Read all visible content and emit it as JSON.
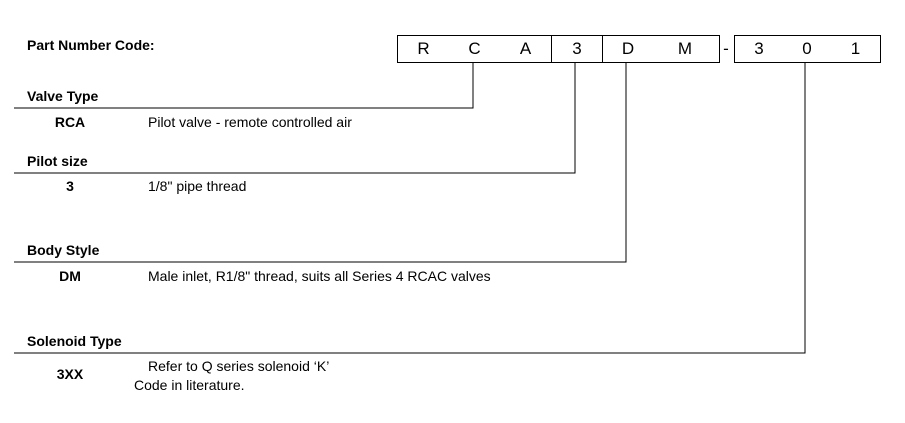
{
  "title": "Part Number Code:",
  "code_chars_a": [
    "R",
    "C",
    "A",
    "3",
    "D",
    "M"
  ],
  "separator": "-",
  "code_chars_b": [
    "3",
    "0",
    "1"
  ],
  "sections": [
    {
      "heading": "Valve Type",
      "code": "RCA",
      "desc": "Pilot valve - remote controlled air"
    },
    {
      "heading": "Pilot size",
      "code": "3",
      "desc": "1/8\" pipe thread"
    },
    {
      "heading": "Body Style",
      "code": "DM",
      "desc": "Male inlet, R1/8\" thread, suits all Series 4 RCAC valves"
    },
    {
      "heading": "Solenoid Type",
      "code": "3XX",
      "desc": "Refer to Q series solenoid ‘K’",
      "desc2": "Code in literature."
    }
  ]
}
